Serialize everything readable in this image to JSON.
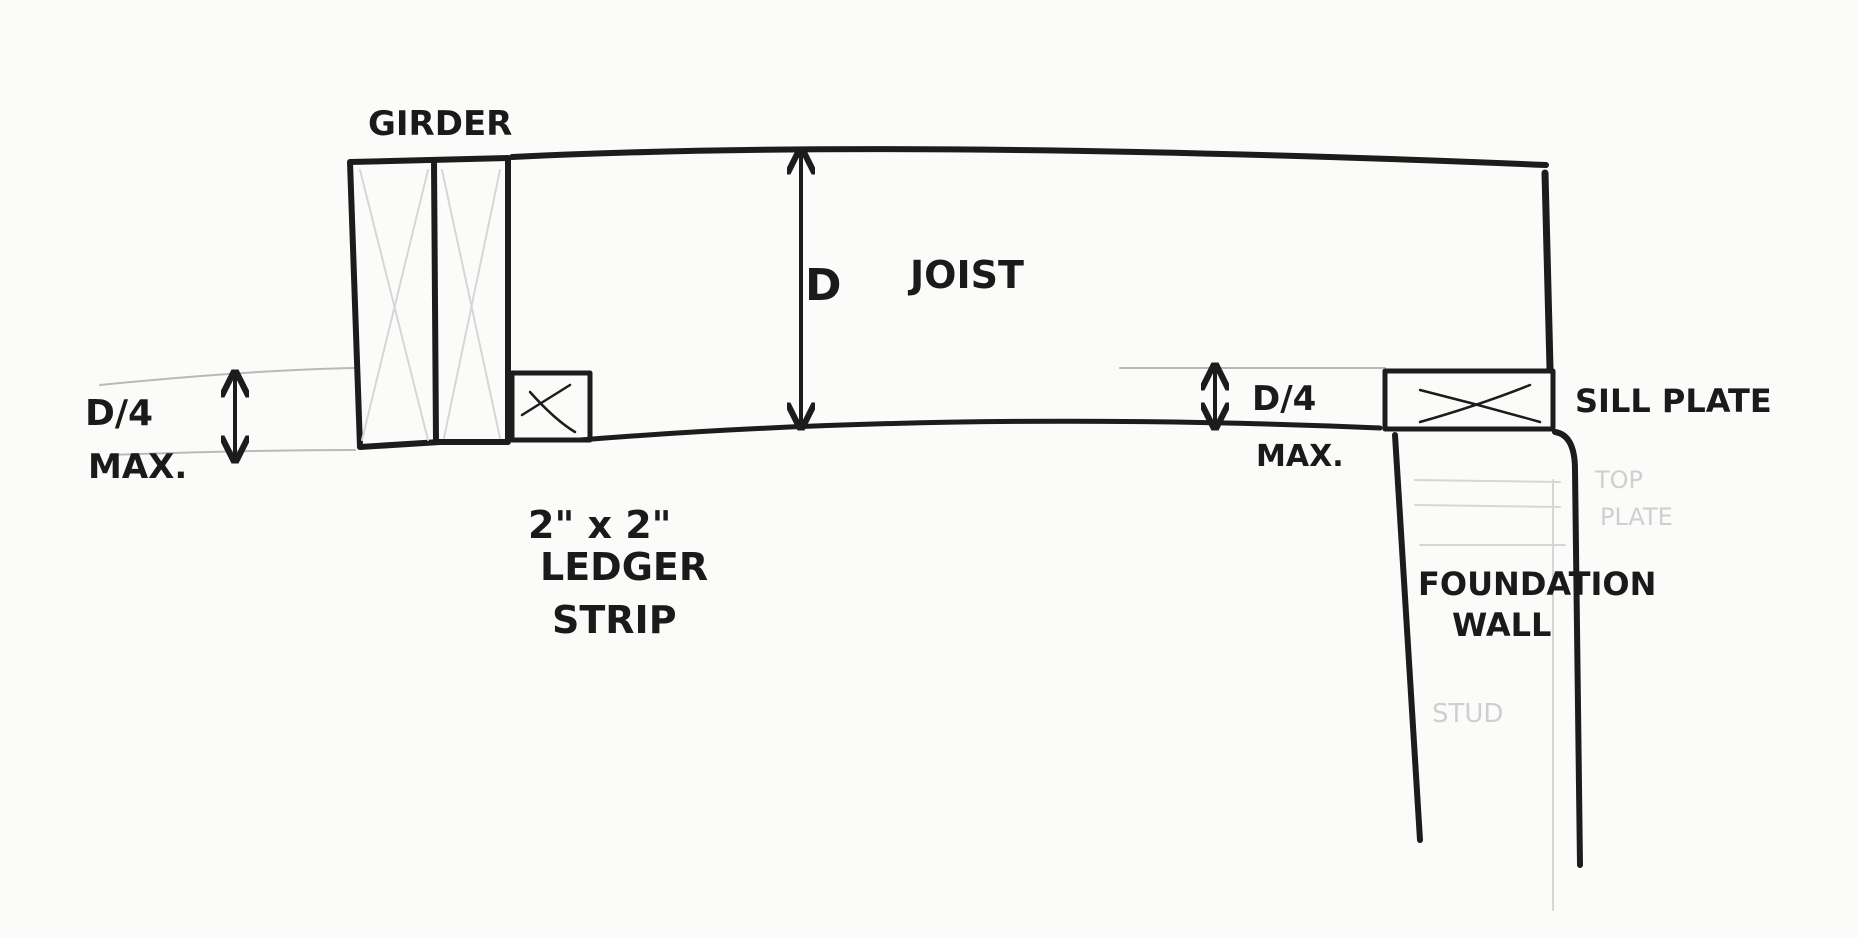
{
  "labels": {
    "girder": "GIRDER",
    "d": "D",
    "joist": "JOIST",
    "d4_left": "D/4",
    "max_left": "MAX.",
    "ledger_line1": "2\" x 2\"",
    "ledger_line2": "LEDGER",
    "ledger_line3": "STRIP",
    "d4_right": "D/4",
    "max_right": "MAX.",
    "sill_plate": "SILL PLATE",
    "foundation_line1": "FOUNDATION",
    "foundation_line2": "WALL"
  },
  "faint_labels": {
    "top_plate_line1": "TOP",
    "top_plate_line2": "PLATE",
    "stud": "STUD"
  },
  "colors": {
    "ink": "#1c1c1c",
    "pencil": "#b9b9b9",
    "paper": "#fbfbfa"
  }
}
